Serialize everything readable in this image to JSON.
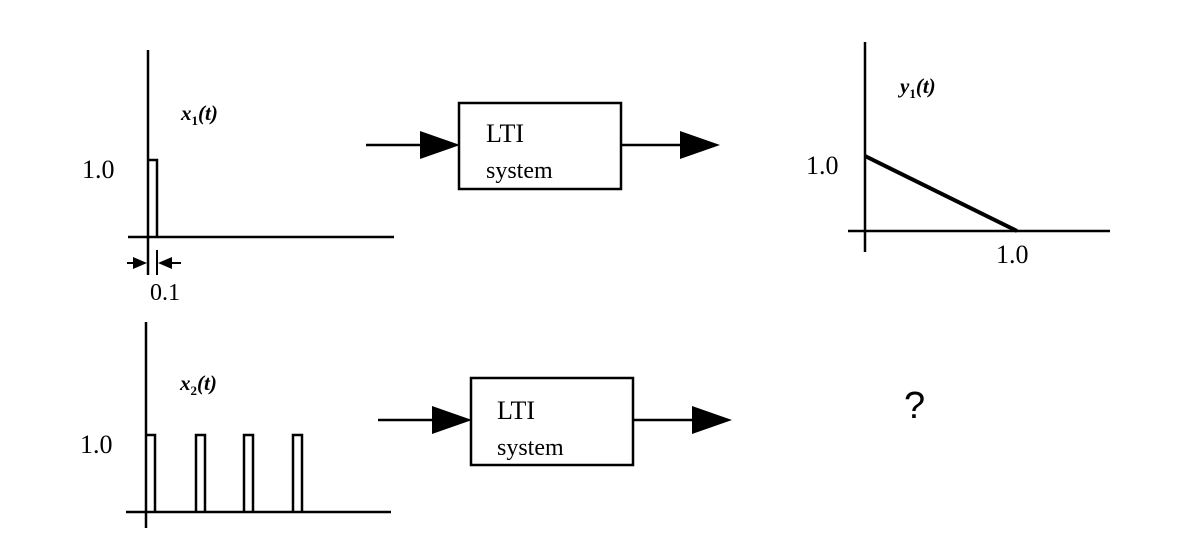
{
  "panel1": {
    "signal_label": {
      "base": "x",
      "sub": "1",
      "arg": "(t)"
    },
    "amplitude_label": "1.0",
    "width_label": "0.1",
    "system_box": {
      "line1": "LTI",
      "line2": "system"
    }
  },
  "panel2": {
    "signal_label": {
      "base": "x",
      "sub": "2",
      "arg": "(t)"
    },
    "amplitude_label": "1.0",
    "system_box": {
      "line1": "LTI",
      "line2": "system"
    },
    "output_label": "?"
  },
  "output1": {
    "signal_label": {
      "base": "y",
      "sub": "1",
      "arg": "(t)"
    },
    "y_label": "1.0",
    "x_label": "1.0"
  }
}
